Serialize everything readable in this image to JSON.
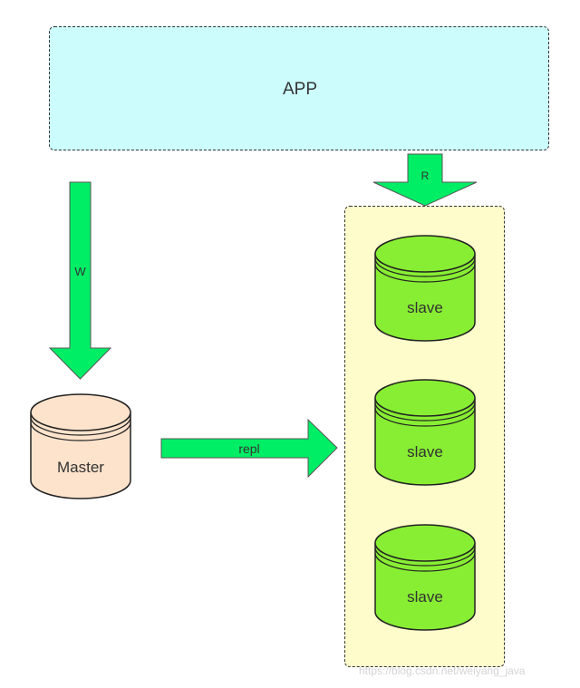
{
  "app": {
    "label": "APP"
  },
  "arrows": {
    "write_label": "W",
    "read_label": "R",
    "replication_label": "repl"
  },
  "master": {
    "label": "Master"
  },
  "slaves": [
    {
      "label": "slave"
    },
    {
      "label": "slave"
    },
    {
      "label": "slave"
    }
  ],
  "watermark": "https://blog.csdn.net/weiyang_java",
  "colors": {
    "app_fill": "#ccfcfc",
    "slave_panel_fill": "#fffccc",
    "arrow_green": "#00ee66",
    "slave_green": "#88ee33",
    "master_fill": "#fde3cc",
    "outline": "#222222"
  }
}
